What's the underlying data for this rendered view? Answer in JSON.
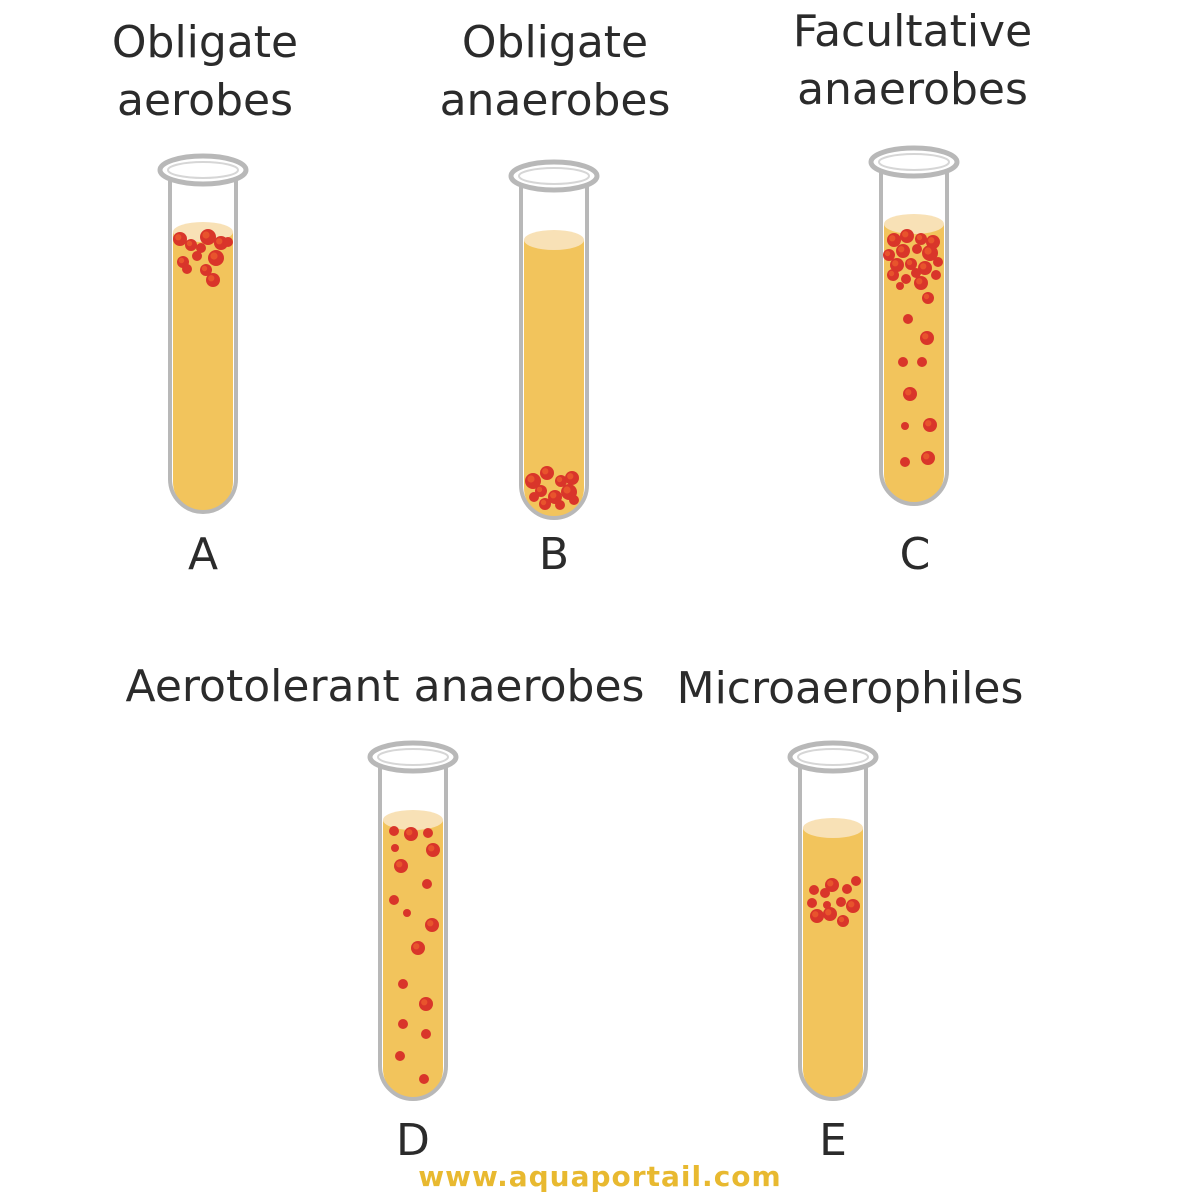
{
  "tubes": [
    {
      "id": "A",
      "title_lines": [
        "Obligate",
        "aerobes"
      ],
      "letter": "A"
    },
    {
      "id": "B",
      "title_lines": [
        "Obligate",
        "anaerobes"
      ],
      "letter": "B"
    },
    {
      "id": "C",
      "title_lines": [
        "Facultative",
        "anaerobes"
      ],
      "letter": "C"
    },
    {
      "id": "D",
      "title_lines": [
        "Aerotolerant anaerobes"
      ],
      "letter": "D"
    },
    {
      "id": "E",
      "title_lines": [
        "Microaerophiles"
      ],
      "letter": "E"
    }
  ],
  "watermark": "www.aquaportail.com",
  "colors": {
    "medium": "#f2c45c",
    "medium_top": "#f8e1b6",
    "glass": "#b8b8b8",
    "colony": "#d9352a",
    "colony_highlight": "#e8542c"
  }
}
